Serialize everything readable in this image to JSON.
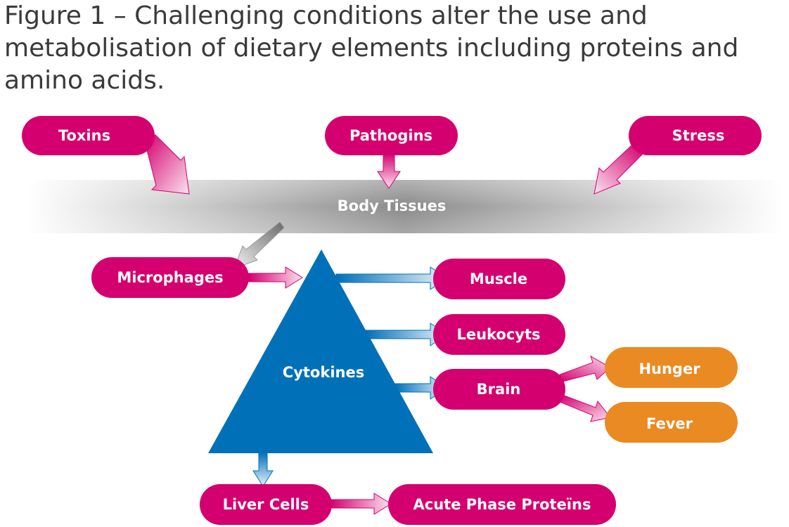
{
  "title": {
    "line1": "Figure 1 – Challenging conditions alter the use and",
    "line2": "metabolisation of dietary elements including proteins and",
    "line3": "amino acids."
  },
  "nodes": {
    "toxins": "Toxins",
    "pathogins": "Pathogins",
    "stress": "Stress",
    "body_tissues": "Body Tissues",
    "microphages": "Microphages",
    "cytokines": "Cytokines",
    "muscle": "Muscle",
    "leukocyts": "Leukocyts",
    "brain": "Brain",
    "hunger": "Hunger",
    "fever": "Fever",
    "liver_cells": "Liver Cells",
    "acute_phase_proteins": "Acute Phase Proteïns"
  },
  "colors": {
    "magenta": "#d4006f",
    "orange": "#ea8a22",
    "blue": "#0070b8",
    "pink_arrow": "#f4a3c8",
    "title_text": "#3a3a3a"
  }
}
